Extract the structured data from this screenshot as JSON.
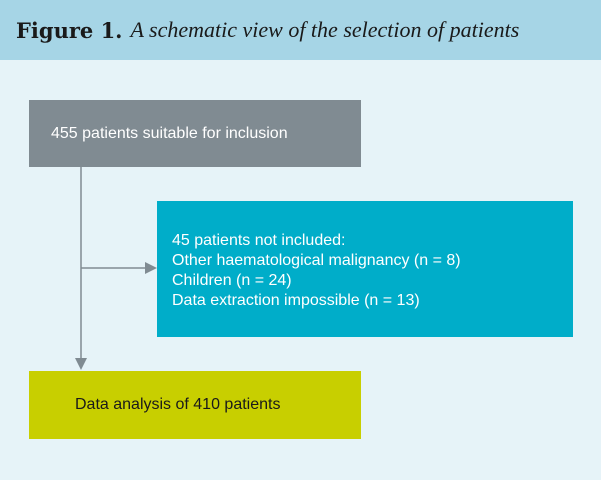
{
  "caption": {
    "label": "Figure 1.",
    "text": "A schematic view of the selection of patients"
  },
  "flowchart": {
    "inclusion": "455 patients suitable for inclusion",
    "excluded": {
      "heading": "45 patients not included:",
      "items": [
        "Other haematological malignancy (n = 8)",
        "Children (n = 24)",
        "Data extraction impossible (n = 13)"
      ]
    },
    "analysis": "Data analysis of 410 patients"
  },
  "colors": {
    "background": "#e6f3f8",
    "caption_bar": "#a6d5e6",
    "inclusion_box": "#808b92",
    "excluded_box": "#00adc9",
    "analysis_box": "#c8cf00",
    "connector": "#808b92"
  }
}
